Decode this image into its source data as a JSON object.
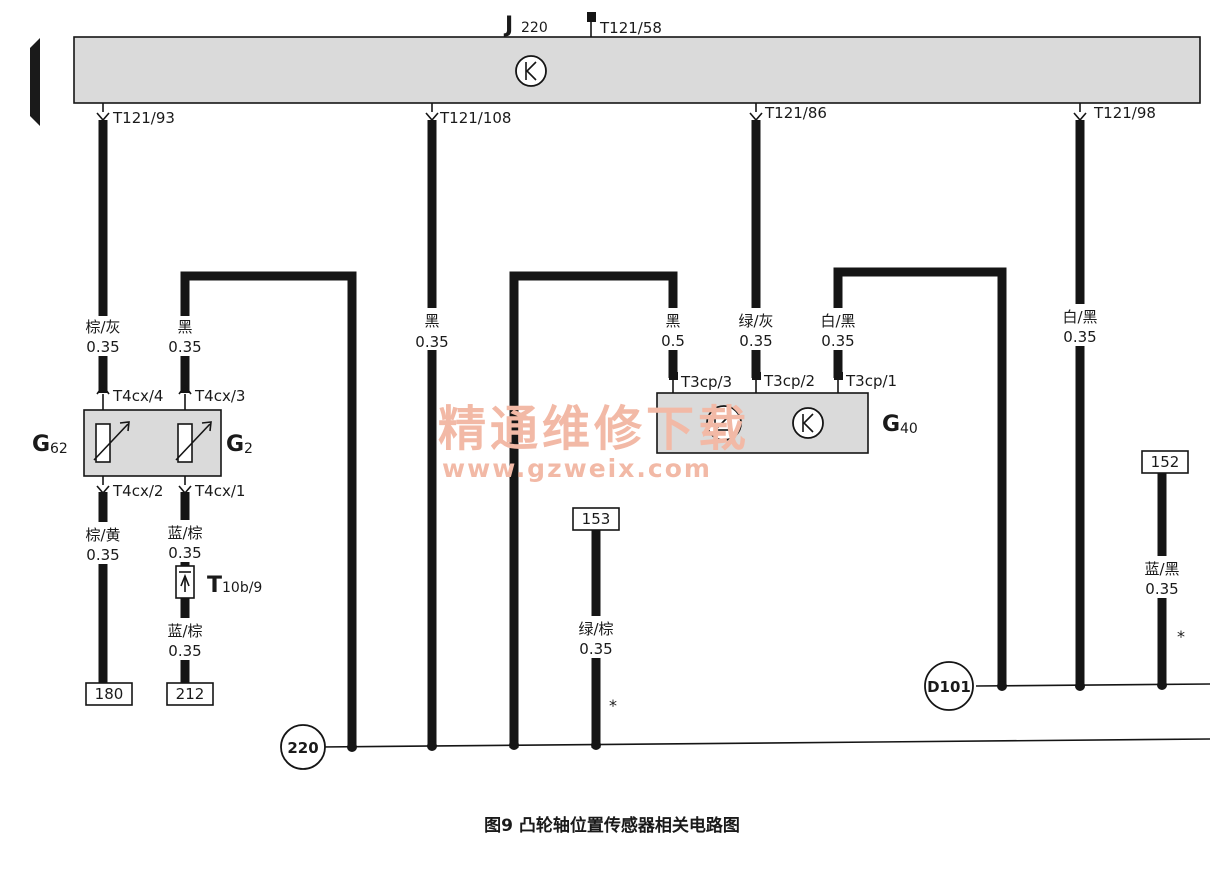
{
  "diagram": {
    "caption": "图9 凸轮轴位置传感器相关电路图",
    "watermark": {
      "text": "精通维修下载",
      "url": "www.gzweix.com"
    },
    "ecu": {
      "letter": "J",
      "number": "220",
      "connector_top": "T121/58"
    },
    "pins_ecu": {
      "p93": "T121/93",
      "p108": "T121/108",
      "p86": "T121/86",
      "p98": "T121/98"
    },
    "sensor_left": {
      "g62_letter": "G",
      "g62_number": "62",
      "g2_letter": "G",
      "g2_number": "2",
      "pin4": "T4cx/4",
      "pin3": "T4cx/3",
      "pin2": "T4cx/2",
      "pin1": "T4cx/1"
    },
    "sensor_right": {
      "letter": "G",
      "number": "40",
      "pin3": "T3cp/3",
      "pin2": "T3cp/2",
      "pin1": "T3cp/1"
    },
    "connector_t10b": {
      "letter": "T",
      "rest": "10b/9"
    },
    "wires": {
      "w93_color": "棕/灰",
      "w93_size": "0.35",
      "w_black_left_color": "黑",
      "w_black_left_size": "0.35",
      "w108_color": "黑",
      "w108_size": "0.35",
      "w_g40_3_color": "黑",
      "w_g40_3_size": "0.5",
      "w86_color": "绿/灰",
      "w86_size": "0.35",
      "w_g40_1_color": "白/黑",
      "w_g40_1_size": "0.35",
      "w98_color": "白/黑",
      "w98_size": "0.35",
      "w_g62_color": "棕/黄",
      "w_g62_size": "0.35",
      "w_g2_color": "蓝/棕",
      "w_g2_size": "0.35",
      "w_t10_color": "蓝/棕",
      "w_t10_size": "0.35",
      "w153_color": "绿/棕",
      "w153_size": "0.35",
      "w152_color": "蓝/黑",
      "w152_size": "0.35"
    },
    "refs": {
      "r180": "180",
      "r212": "212",
      "r153": "153",
      "r152": "152"
    },
    "grounds": {
      "g220": "220",
      "gD101": "D101"
    },
    "star": "*",
    "star2": "*"
  }
}
